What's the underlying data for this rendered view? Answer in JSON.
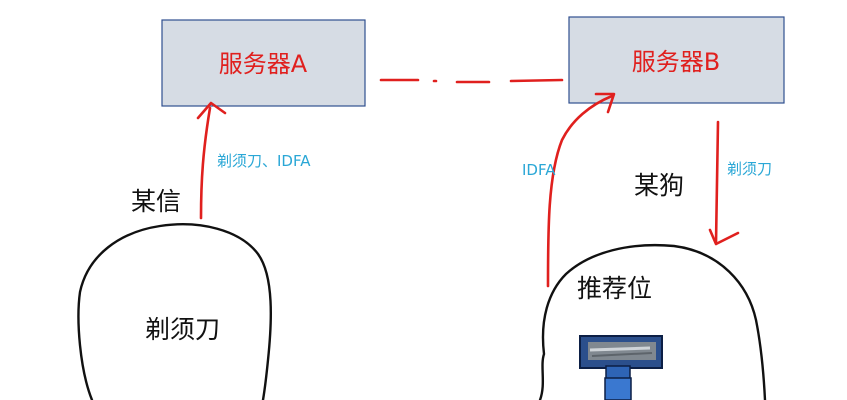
{
  "servers": {
    "a": {
      "label": "服务器A"
    },
    "b": {
      "label": "服务器B"
    }
  },
  "arrows": {
    "left_up_label": "剃须刀、IDFA",
    "right_up_label": "IDFA",
    "right_down_label": "剃须刀"
  },
  "apps": {
    "left_name": "某信",
    "right_name": "某狗"
  },
  "bubbles": {
    "left_text": "剃须刀",
    "right_text": "推荐位"
  },
  "colors": {
    "server_fill": "#d6dce4",
    "server_stroke": "#2f4f8f",
    "accent_red": "#e0201e",
    "label_blue": "#2aa7d6"
  },
  "icons": {
    "product": "razor-icon"
  }
}
